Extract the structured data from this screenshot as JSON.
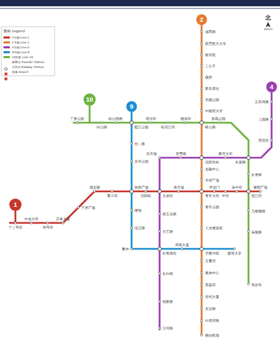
{
  "diagram": {
    "nodes": [
      {
        "text": [
          "2"
        ]
      },
      {
        "text": [
          "4"
        ]
      },
      {
        "text": [
          "10"
        ]
      },
      {
        "text": [
          "9"
        ]
      },
      {
        "text": [
          "1"
        ]
      }
    ],
    "labels": [
      "图例",
      "Legend",
      "北",
      "NORTH",
      "蒲田路",
      "航空航天大学",
      "医学院",
      "三台子",
      "陵西",
      "新乐遗址",
      "北陵公园",
      "中医药大学",
      "岐山路",
      "沈阳北站",
      "金融中心",
      "市府广场",
      "青年大街",
      "青年公园",
      "工业展览馆",
      "市图书馆",
      "五里河",
      "奥体中心",
      "营盘街",
      "世纪大厦",
      "全运路",
      "白塔河路",
      "桃仙机场",
      "十三号街",
      "中央大街",
      "四号街",
      "开发大道",
      "于洪广场",
      "迎宾路",
      "重工街",
      "铁西广场",
      "沈阳站",
      "太原街",
      "南市场",
      "怀远门",
      "中街",
      "东中街",
      "滂江街",
      "黎明广场",
      "怒江公园",
      "北一路",
      "兴华公园",
      "滑翔",
      "沈辽路",
      "曹仲",
      "长青南街",
      "浑南大道",
      "建筑大学",
      "丁香公园",
      "白山路",
      "松山西路",
      "塔湾街",
      "松花江街",
      "陵东街",
      "百鸟公园",
      "长安路",
      "长青桥",
      "万柳塘路",
      "东陵路",
      "张沙布",
      "正良四路",
      "上园路",
      "望花街",
      "黄河大街",
      "皇寺路",
      "北市场",
      "南五马路",
      "文艺路",
      "长白南",
      "创新路",
      "汪河路"
    ],
    "legend": [
      {
        "text": "1号线 Line 1",
        "color": "#c8352c"
      },
      {
        "text": "2号线 Line 2",
        "color": "#e27b2f"
      },
      {
        "text": "4号线 Line 4",
        "color": "#9a3fb0"
      },
      {
        "text": "9号线 Line 9",
        "color": "#1e8fd2"
      },
      {
        "text": "10号线 Line 10",
        "color": "#6cb33f"
      },
      {
        "text": "换乘站 Transfer Station"
      },
      {
        "text": "火车站 Railway Station"
      },
      {
        "text": "机场 Airport"
      }
    ]
  }
}
